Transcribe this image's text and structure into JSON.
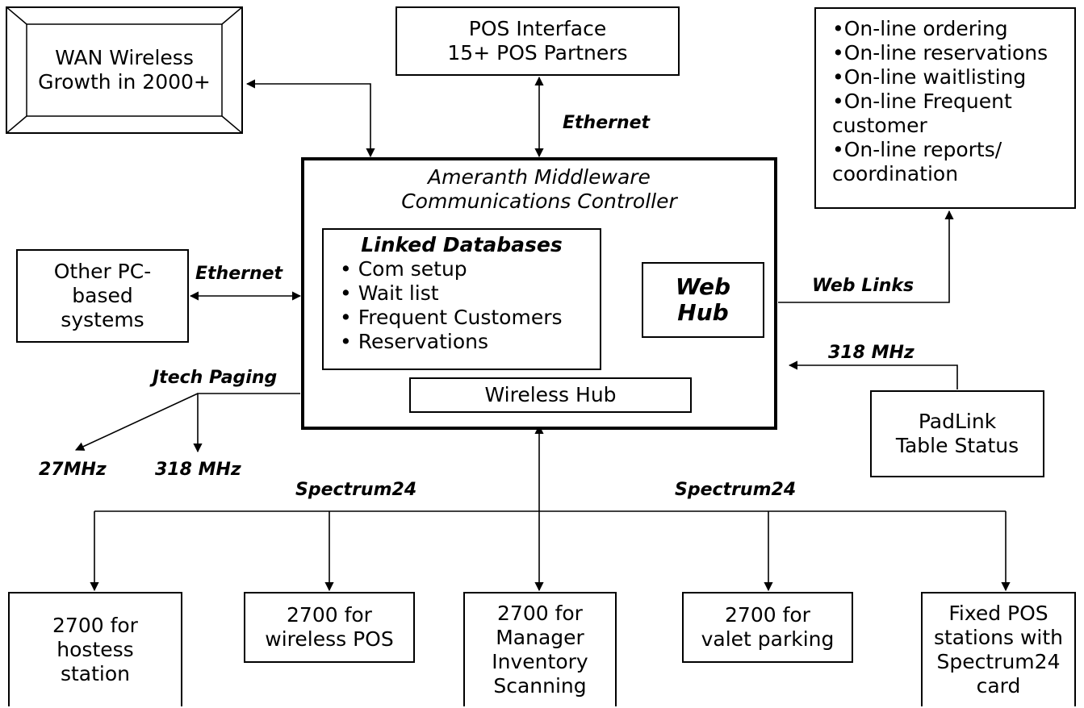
{
  "nodes": {
    "wan": {
      "lines": [
        "WAN Wireless",
        "Growth in 2000+"
      ]
    },
    "pos_interface": {
      "lines": [
        "POS Interface",
        "15+ POS Partners"
      ]
    },
    "online": {
      "items": [
        "•On-line ordering",
        "•On-line reservations",
        "•On-line waitlisting",
        "•On-line Frequent",
        "customer",
        "•On-line reports/",
        "coordination"
      ]
    },
    "middleware": {
      "title": [
        "Ameranth Middleware",
        "Communications Controller"
      ]
    },
    "linked_db": {
      "title": "Linked Databases",
      "items": [
        "• Com setup",
        "• Wait list",
        "• Frequent Customers",
        "• Reservations"
      ]
    },
    "web_hub": {
      "lines": [
        "Web",
        "Hub"
      ]
    },
    "wireless_hub": {
      "label": "Wireless Hub"
    },
    "other_pc": {
      "lines": [
        "Other PC-",
        "based",
        "systems"
      ]
    },
    "padlink": {
      "lines": [
        "PadLink",
        "Table Status"
      ]
    },
    "hostess": {
      "lines": [
        "2700 for",
        "hostess",
        "station"
      ]
    },
    "wireless_pos": {
      "lines": [
        "2700 for",
        "wireless POS"
      ]
    },
    "manager": {
      "lines": [
        "2700 for",
        "Manager",
        "Inventory",
        "Scanning"
      ]
    },
    "valet": {
      "lines": [
        "2700 for",
        "valet parking"
      ]
    },
    "fixed_pos": {
      "lines": [
        "Fixed POS",
        "stations with",
        "Spectrum24",
        "card"
      ]
    }
  },
  "labels": {
    "ethernet_top": "Ethernet",
    "ethernet_left": "Ethernet",
    "web_links": "Web Links",
    "mhz_318_right": "318 MHz",
    "jtech_paging": "Jtech Paging",
    "mhz_27": "27MHz",
    "mhz_318_left": "318 MHz",
    "spectrum_left": "Spectrum24",
    "spectrum_right": "Spectrum24"
  },
  "colors": {
    "line": "#000000",
    "background": "#ffffff"
  }
}
